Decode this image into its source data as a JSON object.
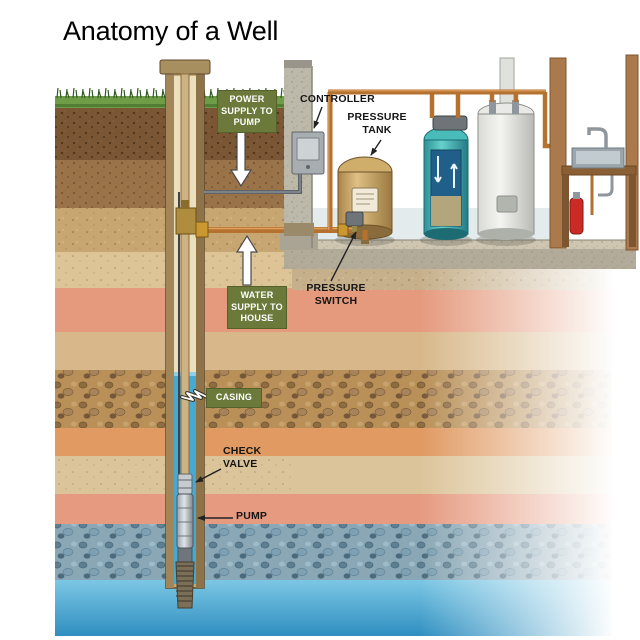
{
  "title": "Anatomy of a Well",
  "callouts": {
    "power_supply": "POWER SUPPLY TO PUMP",
    "controller": "CONTROLLER",
    "pressure_tank": "PRESSURE TANK",
    "water_supply": "WATER SUPPLY TO HOUSE",
    "pressure_switch": "PRESSURE SWITCH",
    "casing": "CASING",
    "check_valve": "CHECK VALVE",
    "pump": "PUMP"
  },
  "colors": {
    "background": "#ffffff",
    "label_box_bg": "#6b7a3a",
    "label_box_text": "#ffffff",
    "callout_text": "#151515",
    "water_blue": "#45a9d2",
    "copper_pipe": "#b5722f",
    "casing_tan": "#c3a874",
    "pressure_tank_gold": "#cfae6c",
    "softener_teal": "#3fb3b3",
    "water_heater_gray": "#e9eae5",
    "grass_green": "#6f9c46",
    "extinguisher_red": "#cc2b24"
  }
}
